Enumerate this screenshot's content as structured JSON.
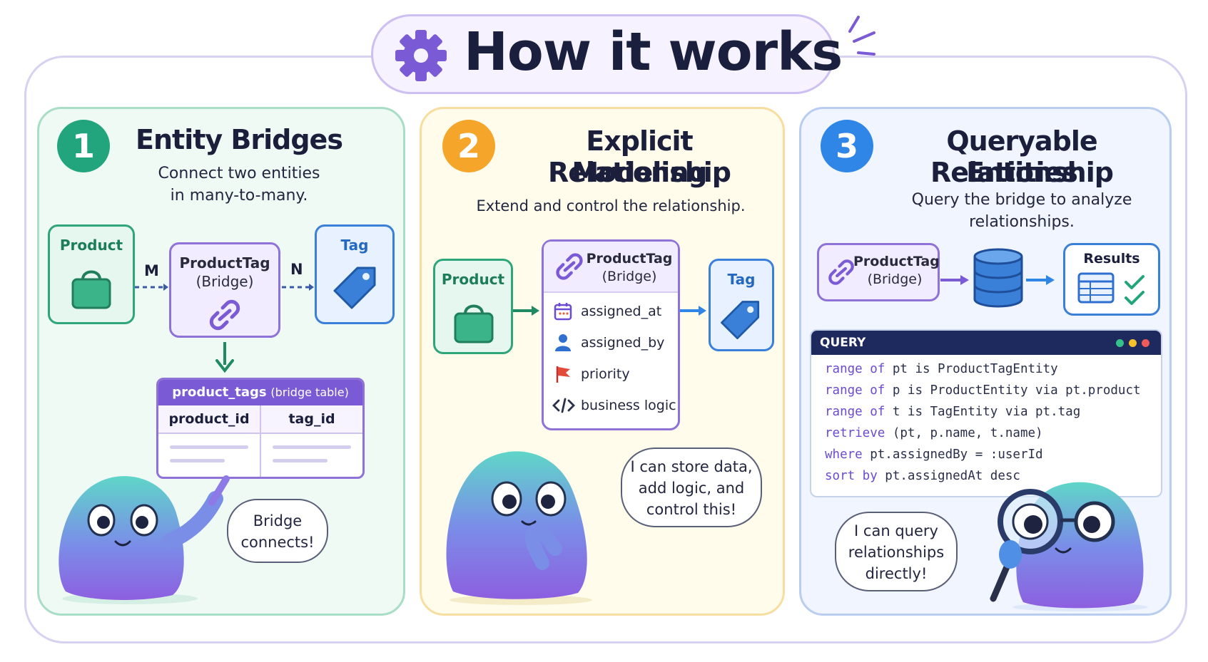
{
  "title": "How it works",
  "panels": [
    {
      "number": "1",
      "heading": "Entity Bridges",
      "subtitle_lines": [
        "Connect two entities",
        "in many-to-many."
      ],
      "left_entity": "Product",
      "left_cardinality": "M",
      "bridge_lines": [
        "ProductTag",
        "(Bridge)"
      ],
      "right_cardinality": "N",
      "right_entity": "Tag",
      "table_name": "product_tags",
      "table_note": "(bridge table)",
      "table_columns": [
        "product_id",
        "tag_id"
      ],
      "speech_lines": [
        "Bridge",
        "connects!"
      ]
    },
    {
      "number": "2",
      "heading_lines": [
        "Explicit Relationship",
        "Modeling"
      ],
      "subtitle": "Extend and control the relationship.",
      "left_entity": "Product",
      "bridge_lines": [
        "ProductTag",
        "(Bridge)"
      ],
      "attributes": [
        {
          "icon": "calendar-icon",
          "label": "assigned_at"
        },
        {
          "icon": "user-icon",
          "label": "assigned_by"
        },
        {
          "icon": "flag-icon",
          "label": "priority"
        },
        {
          "icon": "code-icon",
          "label": "business logic"
        }
      ],
      "right_entity": "Tag",
      "speech_lines": [
        "I can store data,",
        "add logic, and",
        "control this!"
      ]
    },
    {
      "number": "3",
      "heading_lines": [
        "Queryable Relationship",
        "Entities"
      ],
      "subtitle_lines": [
        "Query the bridge to analyze",
        "relationships."
      ],
      "bridge_lines": [
        "ProductTag",
        "(Bridge)"
      ],
      "results_label": "Results",
      "query_title": "QUERY",
      "query_lines": [
        {
          "kw": "range of",
          "rest": " pt is ProductTagEntity"
        },
        {
          "kw": "range of",
          "rest": " p is ProductEntity via pt.product"
        },
        {
          "kw": "range of",
          "rest": " t is TagEntity via pt.tag"
        },
        {
          "kw": "retrieve",
          "rest": " (pt, p.name, t.name)"
        },
        {
          "kw": "where",
          "rest": " pt.assignedBy = :userId"
        },
        {
          "kw": "sort by",
          "rest": " pt.assignedAt desc"
        }
      ],
      "speech_lines": [
        "I can query",
        "relationships",
        "directly!"
      ]
    }
  ],
  "colors": {
    "step1": "#22a57c",
    "step2": "#f5a52a",
    "step3": "#2f86e6",
    "bridge_purple": "#7b5ad6",
    "query_header": "#1e2a5e"
  }
}
